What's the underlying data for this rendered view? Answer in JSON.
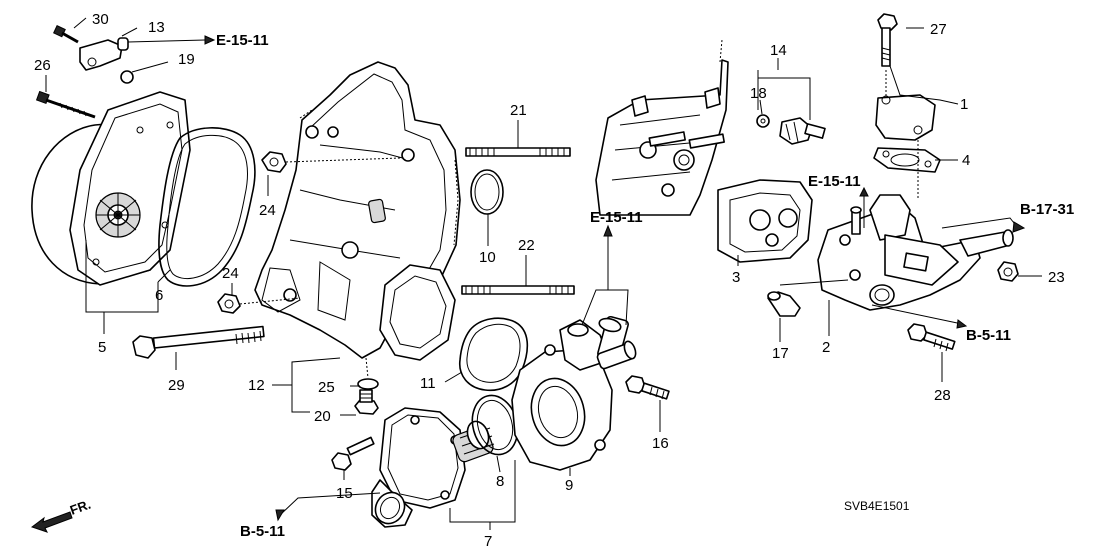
{
  "part_numbers": {
    "n30": "30",
    "n13": "13",
    "n19": "19",
    "n26": "26",
    "n5": "5",
    "n6": "6",
    "n24a": "24",
    "n24b": "24",
    "n29": "29",
    "n12": "12",
    "n25": "25",
    "n20": "20",
    "n21": "21",
    "n10": "10",
    "n22": "22",
    "n11": "11",
    "n15": "15",
    "n7": "7",
    "n8": "8",
    "n9": "9",
    "n16": "16",
    "n14": "14",
    "n18": "18",
    "n3": "3",
    "n17": "17",
    "n2": "2",
    "n27": "27",
    "n1": "1",
    "n4": "4",
    "n23": "23",
    "n28": "28"
  },
  "references": {
    "e15_top": "E-15-11",
    "e15_mid": "E-15-11",
    "e15_right": "E-15-11",
    "b17": "B-17-31",
    "b5_right": "B-5-11",
    "b5_bottom": "B-5-11"
  },
  "direction_label": "FR.",
  "diagram_code": "SVB4E1501"
}
